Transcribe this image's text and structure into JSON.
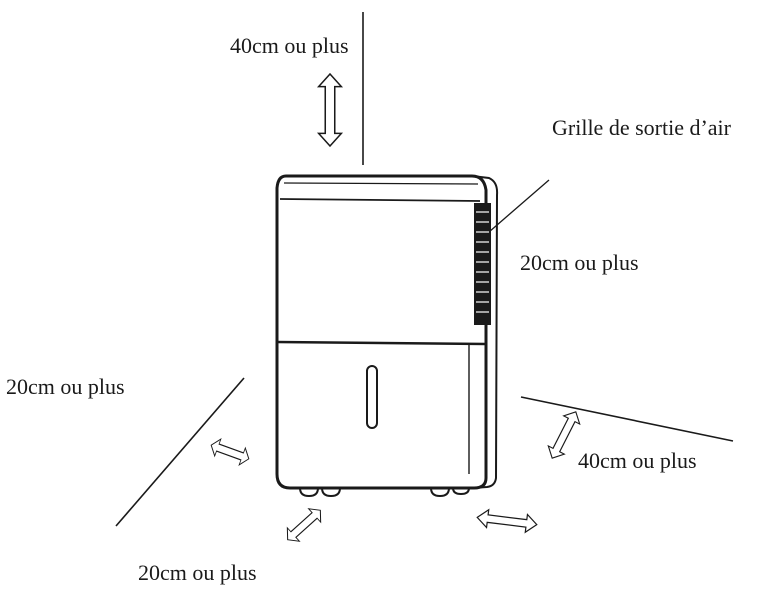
{
  "labels": {
    "top_clearance": "40cm ou plus",
    "air_outlet_grille": "Grille de sortie d’air",
    "side_right_clearance": "20cm ou plus",
    "side_left_clearance": "20cm ou plus",
    "back_clearance": "40cm ou plus",
    "front_clearance": "20cm ou plus"
  }
}
